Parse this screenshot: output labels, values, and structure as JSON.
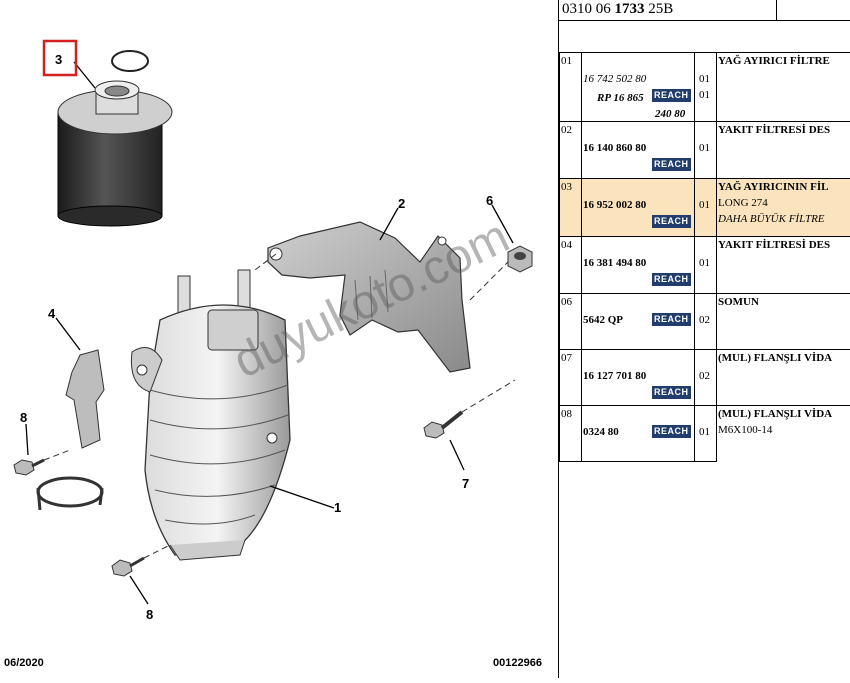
{
  "header": {
    "ref_prefix": "0310 06 ",
    "ref_bold": "1733",
    "ref_suffix": " 25B"
  },
  "diagram": {
    "callouts": [
      "3",
      "2",
      "6",
      "4",
      "8",
      "1",
      "7",
      "8"
    ],
    "date": "06/2020",
    "doc_id": "00122966"
  },
  "watermark": "duyukoto.com",
  "reach_label": "REACH",
  "rows": [
    {
      "num": "01",
      "parts": [
        "16 742 502 80",
        "RP 16 865",
        "240 80"
      ],
      "qty": [
        "01",
        "01"
      ],
      "desc": "YAĞ AYIRICI FİLTRE",
      "desc2": ""
    },
    {
      "num": "02",
      "parts": [
        "16 140 860 80"
      ],
      "qty": [
        "01"
      ],
      "desc": "YAKIT FİLTRESİ DES",
      "desc2": ""
    },
    {
      "num": "03",
      "parts": [
        "16 952 002 80"
      ],
      "qty": [
        "01"
      ],
      "desc": "YAĞ AYIRICININ FİL",
      "desc2": "LONG 274",
      "desc3": "DAHA BÜYÜK FİLTRE"
    },
    {
      "num": "04",
      "parts": [
        "16 381 494 80"
      ],
      "qty": [
        "01"
      ],
      "desc": "YAKIT FİLTRESİ DES",
      "desc2": ""
    },
    {
      "num": "06",
      "parts": [
        "5642 QP"
      ],
      "qty": [
        "02"
      ],
      "desc": "SOMUN",
      "desc2": ""
    },
    {
      "num": "07",
      "parts": [
        "16 127 701 80"
      ],
      "qty": [
        "02"
      ],
      "desc": "(MUL) FLANŞLI VİDA",
      "desc2": ""
    },
    {
      "num": "08",
      "parts": [
        "0324 80"
      ],
      "qty": [
        "01"
      ],
      "desc": "(MUL) FLANŞLI VİDA",
      "desc2": "M6X100-14"
    }
  ]
}
